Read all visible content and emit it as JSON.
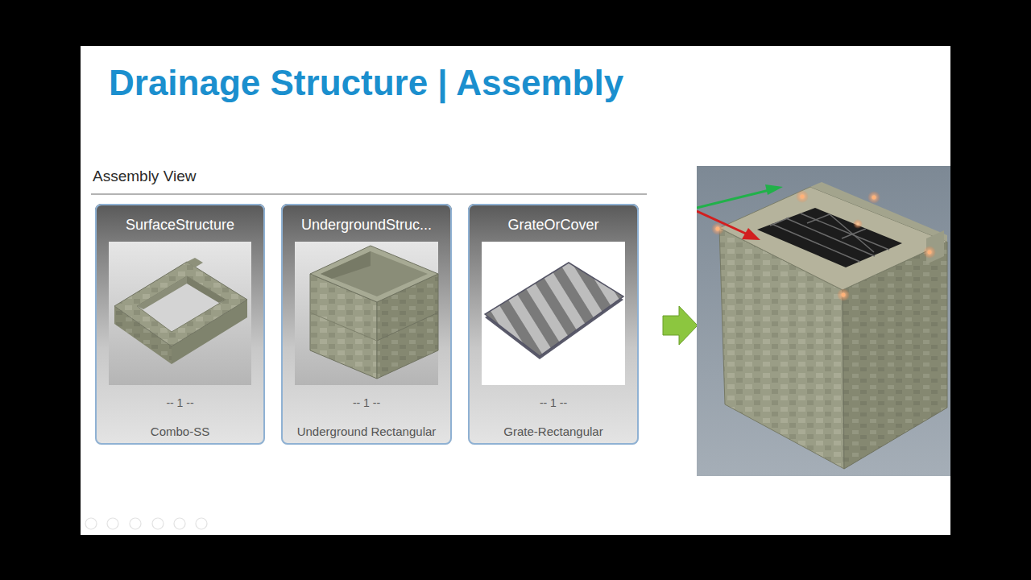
{
  "diagram": {
    "title": "Drainage Structure | Assembly",
    "nodes": [
      {
        "text": [
          "SurfaceStructure",
          "-- 1 --",
          "Combo-SS"
        ]
      },
      {
        "text": [
          "UndergroundStruc...",
          "-- 1 --",
          "Underground Rectangular"
        ]
      },
      {
        "text": [
          "GrateOrCover",
          "-- 1 --",
          "Grate-Rectangular"
        ]
      }
    ],
    "labels": [
      "Assembly View"
    ]
  }
}
